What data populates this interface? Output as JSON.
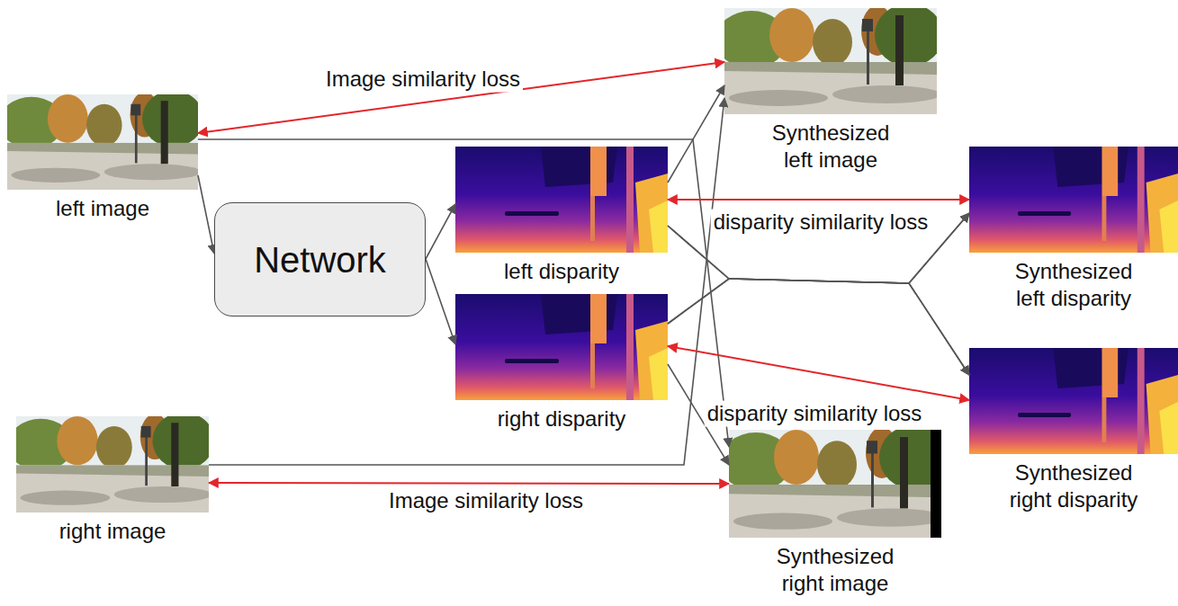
{
  "diagram": {
    "nodes": [
      {
        "text": [
          "left image"
        ]
      },
      {
        "text": [
          "Network"
        ]
      },
      {
        "text": [
          "left disparity"
        ]
      },
      {
        "text": [
          "right disparity"
        ]
      },
      {
        "text": [
          "right image"
        ]
      },
      {
        "text": [
          "Synthesized left image"
        ]
      },
      {
        "text": [
          "Synthesized left disparity"
        ]
      },
      {
        "text": [
          "Synthesized right disparity"
        ]
      },
      {
        "text": [
          "Synthesized right image"
        ]
      }
    ],
    "edges": [
      {
        "from": 0,
        "to": 1,
        "arrow": "to"
      },
      {
        "from": 1,
        "to": 2,
        "arrow": "to"
      },
      {
        "from": 1,
        "to": 3,
        "arrow": "to"
      },
      {
        "from": 0,
        "to": 8,
        "arrow": "to"
      },
      {
        "from": 4,
        "to": 5,
        "arrow": "to"
      },
      {
        "from": 2,
        "to": 5,
        "arrow": "to"
      },
      {
        "from": 3,
        "to": 8,
        "arrow": "to"
      },
      {
        "from": 2,
        "to": 6,
        "arrow": "to"
      },
      {
        "from": 2,
        "to": 7,
        "arrow": "to"
      },
      {
        "from": 3,
        "to": 6,
        "arrow": "to"
      },
      {
        "from": 3,
        "to": 7,
        "arrow": "to"
      },
      {
        "from": 0,
        "to": 5,
        "label": "Image similarity loss",
        "arrow": "both"
      },
      {
        "from": 2,
        "to": 6,
        "label": "disparity similarity loss",
        "arrow": "both"
      },
      {
        "from": 3,
        "to": 7,
        "label": "disparity similarity loss",
        "arrow": "both"
      },
      {
        "from": 4,
        "to": 8,
        "label": "Image similarity loss",
        "arrow": "both"
      }
    ]
  }
}
